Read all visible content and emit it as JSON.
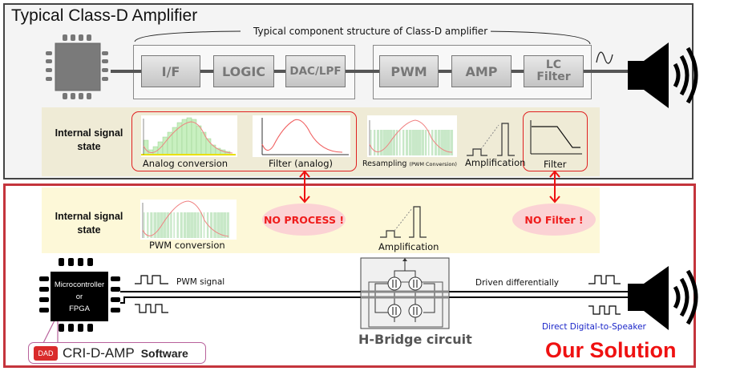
{
  "top": {
    "title": "Typical Class-D Amplifier",
    "subtitle": "Typical component structure of Class-D amplifier",
    "blocks": [
      {
        "label": "I/F"
      },
      {
        "label": "LOGIC"
      },
      {
        "label": "DAC/LPF"
      },
      {
        "label": "PWM"
      },
      {
        "label": "AMP"
      },
      {
        "label": "LC Filter"
      }
    ],
    "state_label": "Internal signal state",
    "states": [
      {
        "caption": "Analog conversion"
      },
      {
        "caption": "Filter (analog)"
      },
      {
        "caption": "Resampling",
        "caption_small": "(PWM Conversion)"
      },
      {
        "caption": "Amplification"
      },
      {
        "caption": "Filter"
      }
    ]
  },
  "bottom": {
    "state_label": "Internal signal state",
    "states": [
      {
        "caption": "PWM conversion"
      },
      {
        "caption": "Amplification"
      }
    ],
    "no_process": "NO PROCESS !",
    "no_filter": "NO Filter !",
    "mcu_lines": [
      "Microcontroller",
      "or",
      "FPGA"
    ],
    "pwm_signal": "PWM signal",
    "driven": "Driven differentially",
    "direct": "Direct Digital-to-Speaker",
    "hbridge": "H-Bridge circuit",
    "software": {
      "badge": "DAD",
      "brand": "CRI-D-AMP",
      "suffix": "Software"
    },
    "solution": "Our Solution"
  },
  "colors": {
    "accent_red": "#ef1111",
    "frame_red": "#c4343c",
    "link_blue": "#1a25c8"
  }
}
